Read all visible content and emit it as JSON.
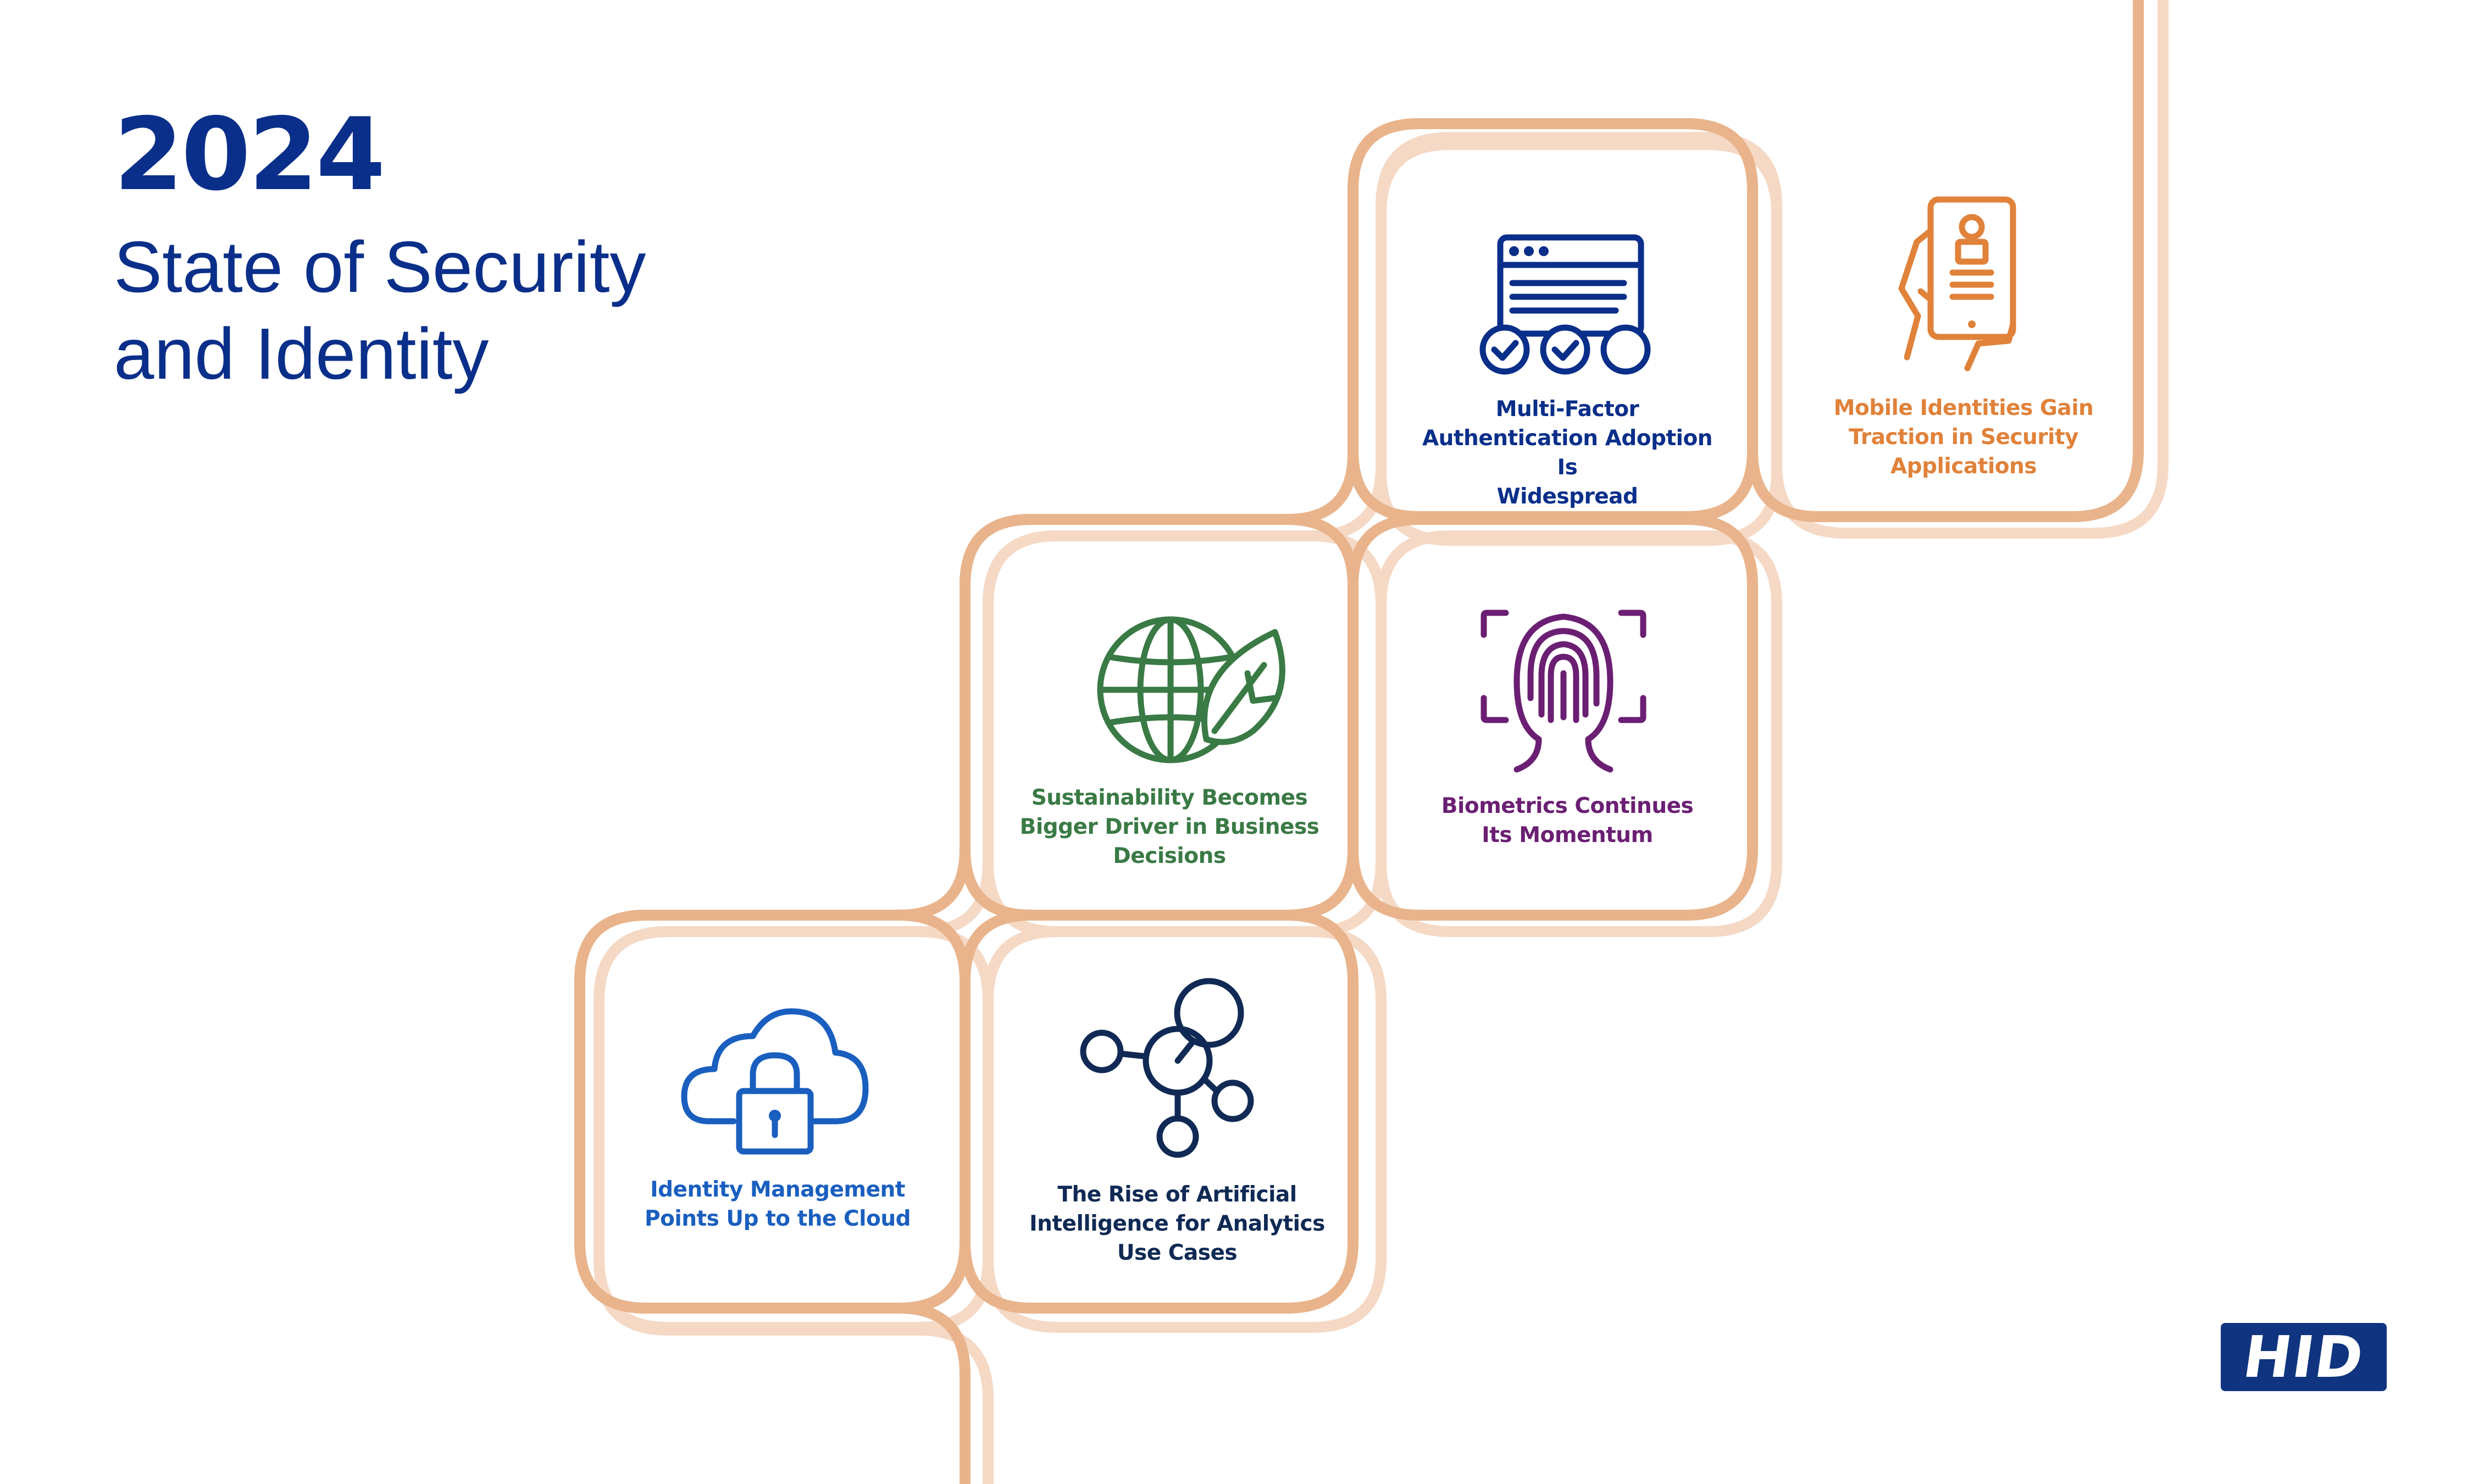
{
  "header": {
    "year": "2024",
    "subtitle_line1": "State of Security",
    "subtitle_line2": "and Identity"
  },
  "colors": {
    "navy": "#0a2f8a",
    "orange": "#e0823a",
    "green": "#3a7a45",
    "purple": "#6b1f73",
    "blue": "#1a5fbf",
    "dark_navy": "#102a55",
    "path_stroke": "#e9b48c",
    "path_stroke_light": "#f5d9c5"
  },
  "tiles": [
    {
      "id": "mfa",
      "icon": "browser-checkmarks-icon",
      "lines": [
        "Multi-Factor",
        "Authentication Adoption Is",
        "Widespread"
      ]
    },
    {
      "id": "mobile",
      "icon": "mobile-id-phone-icon",
      "lines": [
        "Mobile Identities Gain",
        "Traction in Security",
        "Applications"
      ]
    },
    {
      "id": "sustainability",
      "icon": "globe-leaf-icon",
      "lines": [
        "Sustainability Becomes",
        "Bigger Driver in Business",
        "Decisions"
      ]
    },
    {
      "id": "biometrics",
      "icon": "fingerprint-face-icon",
      "lines": [
        "Biometrics Continues",
        "Its Momentum"
      ]
    },
    {
      "id": "cloud",
      "icon": "cloud-lock-icon",
      "lines": [
        "Identity Management",
        "Points Up to the Cloud"
      ]
    },
    {
      "id": "ai",
      "icon": "network-nodes-icon",
      "lines": [
        "The Rise of Artificial",
        "Intelligence for Analytics",
        "Use Cases"
      ]
    }
  ],
  "logo": {
    "text": "HID"
  }
}
